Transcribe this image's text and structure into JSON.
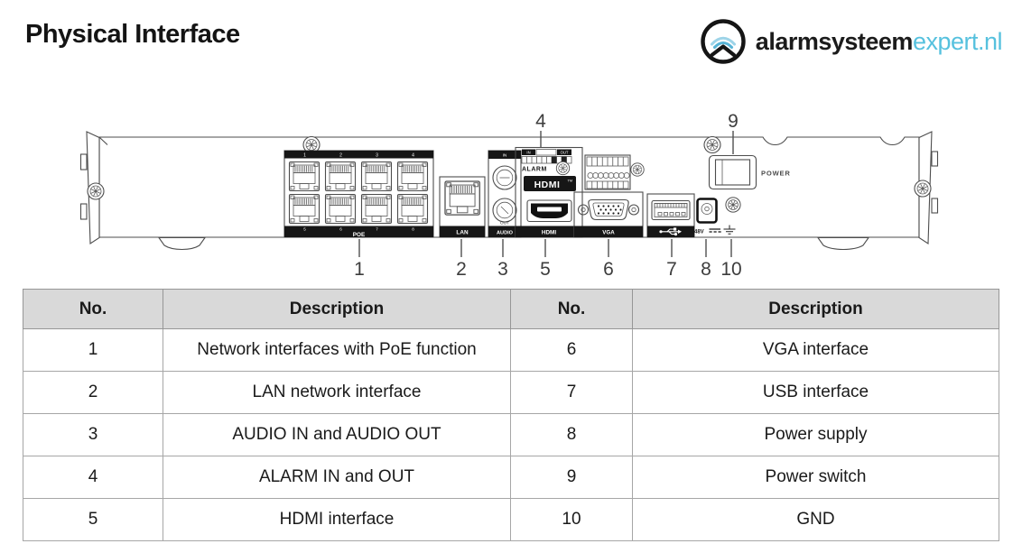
{
  "page": {
    "title": "Physical Interface",
    "background": "#ffffff"
  },
  "logo": {
    "brand_bold": "alarmsysteem",
    "brand_light": "expert.nl",
    "accent_color": "#56c1de",
    "ink_color": "#1b1b1b"
  },
  "device": {
    "poe": {
      "label": "POE",
      "top_numbers": [
        "1",
        "2",
        "3",
        "4"
      ],
      "bottom_numbers": [
        "5",
        "6",
        "7",
        "8"
      ]
    },
    "lan": {
      "label": "LAN"
    },
    "audio": {
      "label": "AUDIO",
      "in_label": "IN",
      "out_label": "OUT"
    },
    "alarm": {
      "label": "ALARM",
      "in_label": "IN",
      "out_label": "OUT"
    },
    "hdmi": {
      "badge": "HDMI",
      "badge_tm": "TM",
      "label": "HDMI"
    },
    "vga": {
      "label": "VGA"
    },
    "power": {
      "voltage_label": "48V",
      "switch_label": "POWER"
    }
  },
  "callouts": {
    "c1": "1",
    "c2": "2",
    "c3": "3",
    "c4": "4",
    "c5": "5",
    "c6": "6",
    "c7": "7",
    "c8": "8",
    "c9": "9",
    "c10": "10"
  },
  "table": {
    "header_bg": "#d9d9d9",
    "headers": [
      "No.",
      "Description",
      "No.",
      "Description"
    ],
    "rows": [
      [
        "1",
        "Network interfaces with PoE function",
        "6",
        "VGA interface"
      ],
      [
        "2",
        "LAN network interface",
        "7",
        "USB interface"
      ],
      [
        "3",
        "AUDIO IN and AUDIO OUT",
        "8",
        "Power supply"
      ],
      [
        "4",
        "ALARM IN and OUT",
        "9",
        "Power switch"
      ],
      [
        "5",
        "HDMI interface",
        "10",
        "GND"
      ]
    ]
  }
}
